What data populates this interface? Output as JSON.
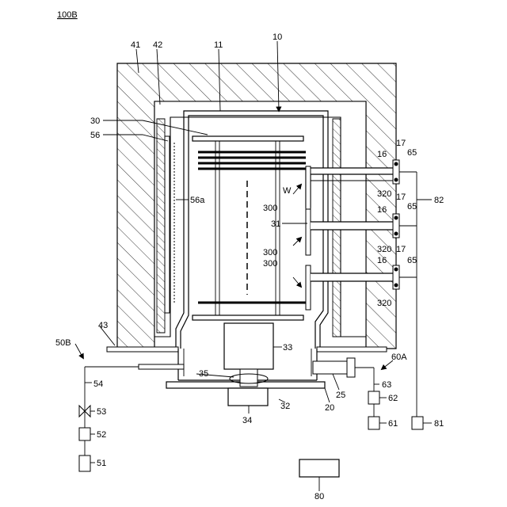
{
  "figure_label": "100B",
  "labels": {
    "furnace": "41",
    "liner42": "42",
    "reaction_tube": "11",
    "process_vessel": "10",
    "boat": "30",
    "heater56": "56",
    "heater56a": "56a",
    "wafer": "W",
    "port300_top": "300",
    "port300_mid": "300",
    "port300_bot": "300",
    "nozzle31": "31",
    "bar43": "43",
    "insulator33": "33",
    "rotation35": "35",
    "motor34": "34",
    "lid32": "32",
    "flange20": "20",
    "pipe25": "25",
    "gas_unit": "50B",
    "line54": "54",
    "valve53": "53",
    "box52": "52",
    "box51": "51",
    "exhaust": "60A",
    "line63": "63",
    "box62": "62",
    "box61": "61",
    "line82": "82",
    "box81": "81",
    "controller": "80",
    "p16_1": "16",
    "p17_1": "17",
    "p65_1": "65",
    "p320_1": "320",
    "p16_2": "16",
    "p17_2": "17",
    "p65_2": "65",
    "p320_2": "320",
    "p16_3": "16",
    "p17_3": "17",
    "p65_3": "65",
    "p320_3": "320"
  }
}
